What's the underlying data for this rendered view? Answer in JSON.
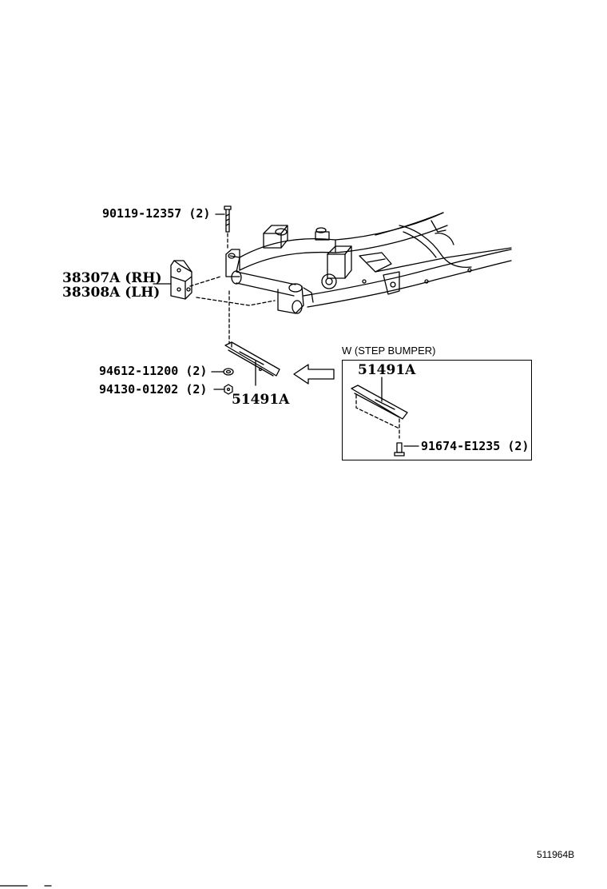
{
  "labels": {
    "bolt": "90119-12357 (2)",
    "bracket_rh": "38307A (RH)",
    "bracket_lh": "38308A (LH)",
    "washer": "94612-11200 (2)",
    "nut": "94130-01202 (2)",
    "bumper_main": "51491A"
  },
  "inset": {
    "caption": "W (STEP BUMPER)",
    "part": "51491A",
    "screw": "91674-E1235 (2)"
  },
  "footer": {
    "diagram_code": "511964B"
  }
}
